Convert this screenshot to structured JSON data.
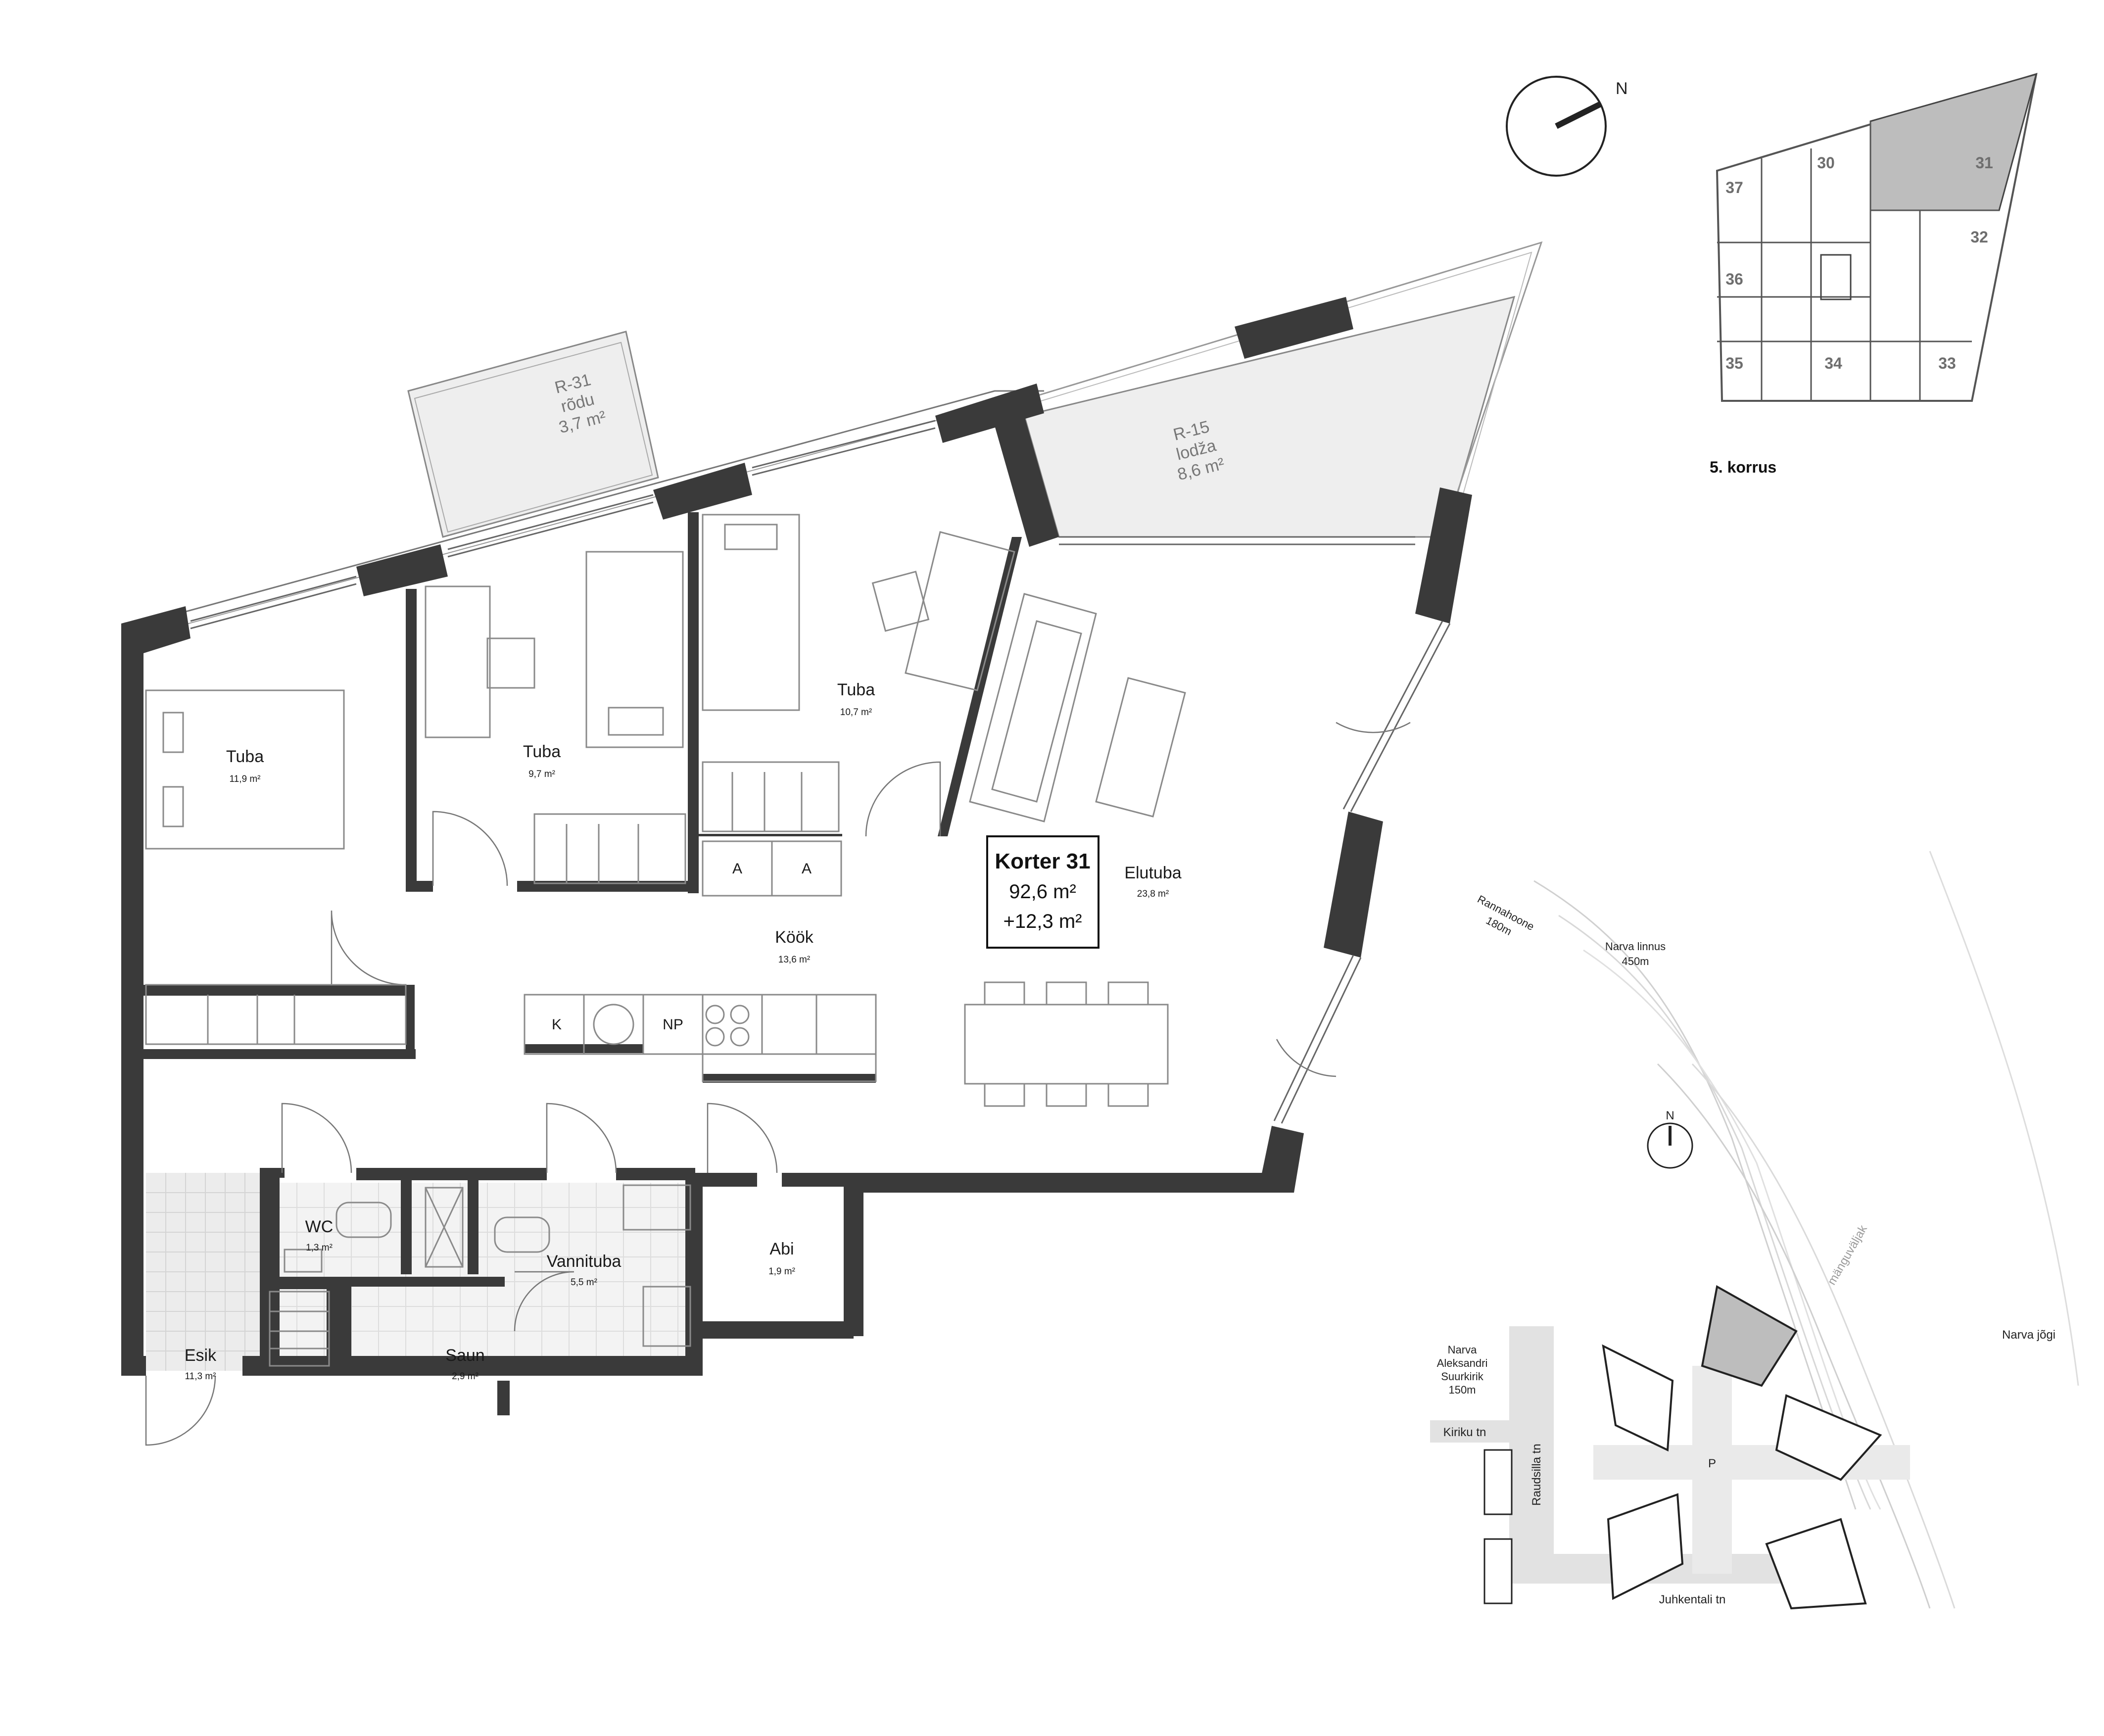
{
  "apartment": {
    "title": "Korter 31",
    "area_main": "92,6 m²",
    "area_extra": "+12,3 m²"
  },
  "rooms": {
    "tuba1": {
      "name": "Tuba",
      "area": "11,9 m²"
    },
    "tuba2": {
      "name": "Tuba",
      "area": "9,7 m²"
    },
    "tuba3": {
      "name": "Tuba",
      "area": "10,7 m²"
    },
    "elutuba": {
      "name": "Elutuba",
      "area": "23,8 m²"
    },
    "kook": {
      "name": "Köök",
      "area": "13,6 m²"
    },
    "wc": {
      "name": "WC",
      "area": "1,3 m²"
    },
    "vannituba": {
      "name": "Vannituba",
      "area": "5,5 m²"
    },
    "abi": {
      "name": "Abi",
      "area": "1,9 m²"
    },
    "esik": {
      "name": "Esik",
      "area": "11,3 m²"
    },
    "saun": {
      "name": "Saun",
      "area": "2,9 m²"
    }
  },
  "balconies": {
    "r31": {
      "code": "R-31",
      "type": "rõdu",
      "area": "3,7 m²"
    },
    "r15": {
      "code": "R-15",
      "type": "lodža",
      "area": "8,6 m²"
    }
  },
  "fixtures": {
    "wardrobe_a1": "A",
    "wardrobe_a2": "A",
    "fridge": "K",
    "dishwasher": "NP"
  },
  "compass": {
    "north": "N"
  },
  "floor_key": {
    "caption": "5. korrus",
    "highlighted_unit": "31",
    "units": [
      "37",
      "30",
      "31",
      "32",
      "36",
      "35",
      "34",
      "33"
    ],
    "highlight_color": "#bdbdbd"
  },
  "site": {
    "north": "N",
    "rannahoone": {
      "name": "Rannahoone",
      "distance": "180m"
    },
    "narva_linnus": {
      "name": "Narva linnus",
      "distance": "450m"
    },
    "church": {
      "line1": "Narva",
      "line2": "Aleksandri",
      "line3": "Suurkirik",
      "distance": "150m"
    },
    "kiriku": "Kiriku tn",
    "raudsilla": "Raudsilla tn",
    "juhkentali": "Juhkentali tn",
    "manguvaljak": "mänguväljak",
    "river": "Narva jõgi",
    "parking": "P"
  },
  "colors": {
    "wall": "#3a3a3a",
    "balcony_fill": "#eeeeee",
    "tile_fill": "#ececec",
    "highlight": "#bdbdbd"
  }
}
